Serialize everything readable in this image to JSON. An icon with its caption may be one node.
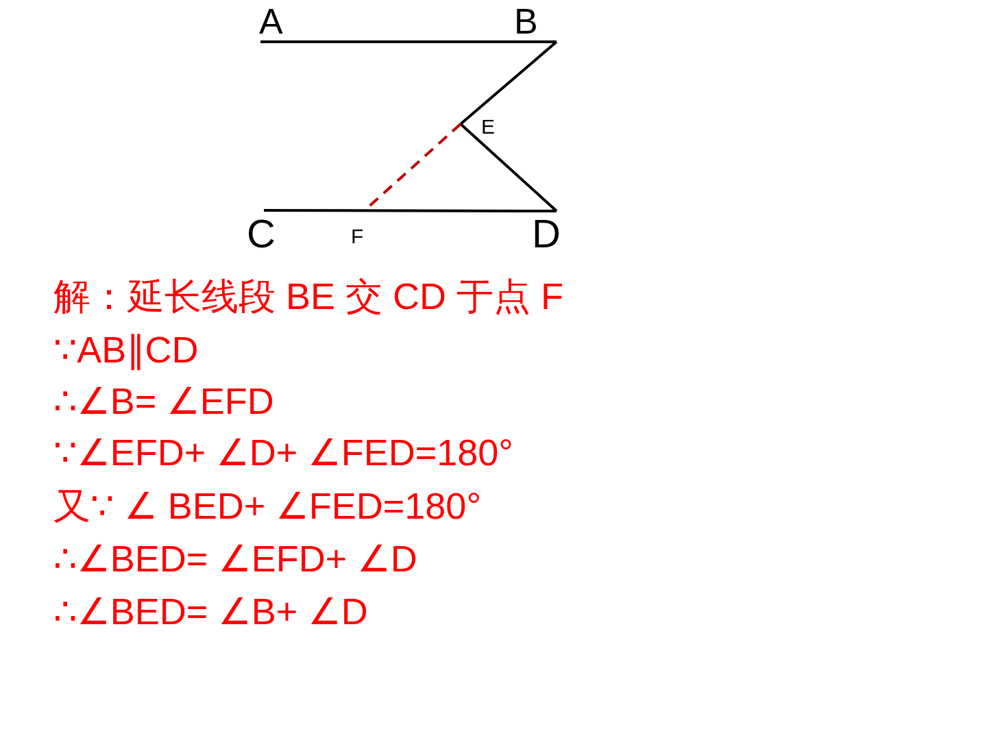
{
  "diagram": {
    "nodes": [
      {
        "text": [
          "A"
        ]
      },
      {
        "text": [
          "B"
        ]
      },
      {
        "text": [
          "E"
        ]
      },
      {
        "text": [
          "C"
        ]
      },
      {
        "text": [
          "F"
        ]
      },
      {
        "text": [
          "D"
        ]
      }
    ],
    "edges": [
      {
        "from": 0,
        "to": 1,
        "arrow": "none"
      },
      {
        "from": 1,
        "to": 2,
        "arrow": "none"
      },
      {
        "from": 2,
        "to": 5,
        "arrow": "none"
      },
      {
        "from": 3,
        "to": 5,
        "arrow": "none"
      },
      {
        "from": 2,
        "to": 4,
        "arrow": "none",
        "style": "dashed",
        "color": "#c00000"
      }
    ],
    "labels": [
      "解：延长线段 BE 交 CD 于点 F",
      "∵AB∥CD",
      "∴∠B= ∠EFD",
      "∵∠EFD+ ∠D+ ∠FED=180°",
      "又∵ ∠ BED+ ∠FED=180°",
      "∴∠BED= ∠EFD+ ∠D",
      "∴∠BED= ∠B+ ∠D"
    ]
  }
}
